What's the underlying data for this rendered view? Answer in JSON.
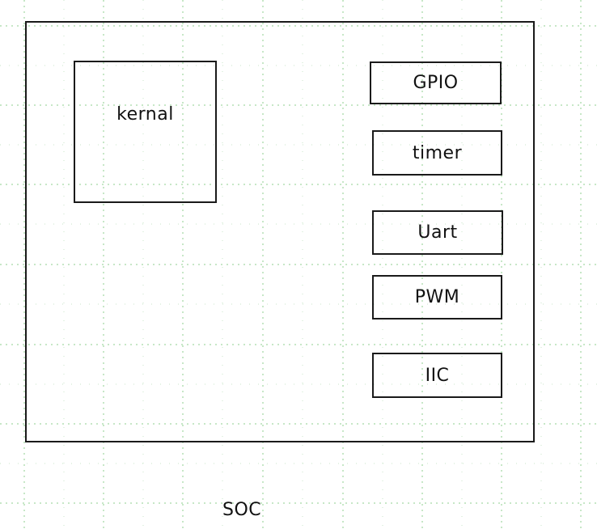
{
  "diagram": {
    "container_label": "SOC",
    "core_label": "kernal",
    "peripherals": [
      "GPIO",
      "timer",
      "Uart",
      "PWM",
      "IIC"
    ]
  }
}
